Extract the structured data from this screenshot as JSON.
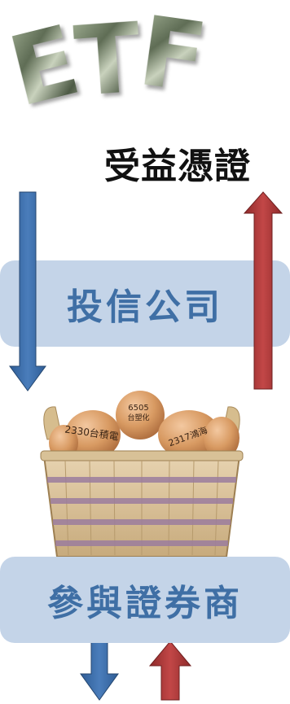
{
  "header": {
    "logo_letters": [
      "E",
      "T",
      "F"
    ],
    "caption": "受益憑證"
  },
  "panels": {
    "trust": "投信公司",
    "broker": "參與證券商"
  },
  "basket": {
    "eggs": [
      "6505\n台塑化",
      "2330台積電",
      "2317鴻海"
    ]
  },
  "colors": {
    "down_arrow": "#3e6ea8",
    "up_arrow": "#b43c3c",
    "panel_bg": "#c4d4e8",
    "panel_text": "#3f6fa5"
  }
}
